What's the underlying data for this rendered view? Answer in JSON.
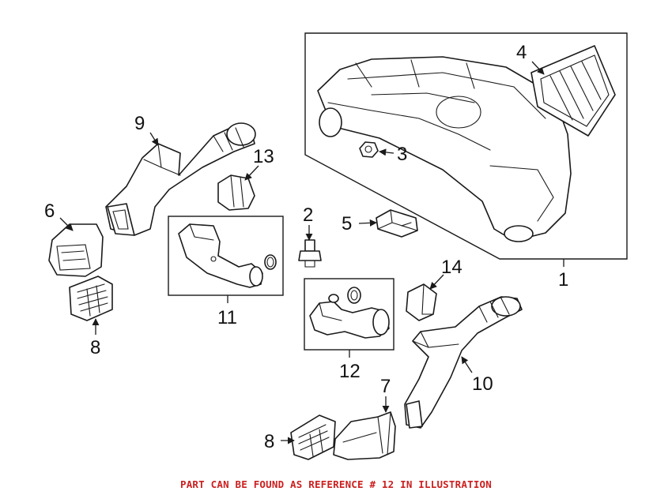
{
  "callouts": {
    "n1": "1",
    "n2": "2",
    "n3": "3",
    "n4": "4",
    "n5": "5",
    "n6": "6",
    "n7": "7",
    "n8a": "8",
    "n8b": "8",
    "n9": "9",
    "n10": "10",
    "n11": "11",
    "n12": "12",
    "n13": "13",
    "n14": "14"
  },
  "caption": "PART CAN BE FOUND AS REFERENCE # 12 IN ILLUSTRATION",
  "colors": {
    "caption": "#cc1f1f",
    "line": "#1a1a1a",
    "background": "#ffffff"
  }
}
